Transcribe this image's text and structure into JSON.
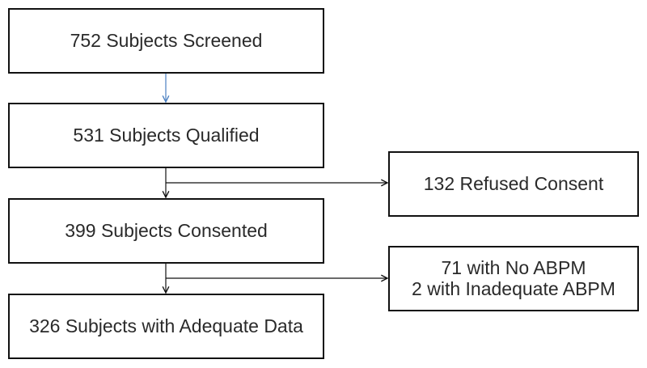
{
  "flowchart": {
    "boxes": {
      "screened": {
        "label": "752 Subjects Screened"
      },
      "qualified": {
        "label": "531 Subjects Qualified"
      },
      "consented": {
        "label": "399 Subjects Consented"
      },
      "adequate": {
        "label": "326 Subjects with Adequate Data"
      },
      "refused": {
        "label": "132 Refused Consent"
      },
      "excluded": {
        "line1": "71 with No ABPM",
        "line2": "2 with Inadequate ABPM"
      }
    },
    "colors": {
      "box_border": "#111111",
      "text": "#2a2a2a",
      "arrow_primary": "#4a7fc1",
      "arrow_secondary": "#111111"
    }
  }
}
